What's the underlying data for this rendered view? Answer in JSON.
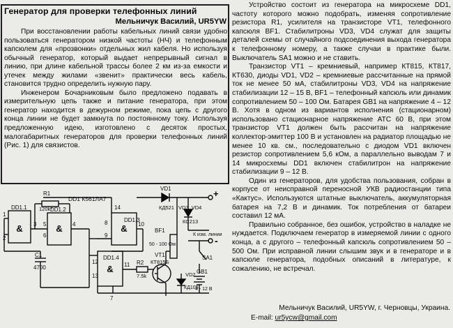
{
  "article": {
    "title": "Генератор для проверки телефонных линий",
    "author": "Мельничук Василий, UR5YW",
    "left_text": [
      "При восстановлении работы кабельных линий связи удобно пользоваться генератором низкой частоты (НЧ) и телефонным капсюлем для «прозвонки» отдельных жил кабеля. Но используя обычный генератор, который выдает непрерывный сигнал в линию, при длине кабельной трассы более 2 км из-за емкости и утечек между жилами «звенит» практически весь кабель, становится трудно определить нужную пару.",
      "Инженером Бочарниковым было предложено подавать в измерительную цепь также и питание генератора, при этом генератор находится в дежурном режиме, пока цепь с другого конца линии не будет замкнута по постоянному току. Используя предложенную идею, изготовлено с десяток простых, малогабаритных генераторов для проверки телефонных линий (Рис. 1) для связистов."
    ],
    "right_text": [
      "Устройство состоит из генератора на микросхеме DD1, частоту которого можно подобрать, изменяя сопротивление резистора R1, усилителя на транзисторе VT1, телефонного капсюля BF1. Стабилитроны VD3, VD4 служат для защиты деталей схемы от случайного подсоединения выхода генератора к телефонному номеру, а также случаи в практике были. Выключатель SA1 можно и не ставить.",
      "Транзистор VT1 – кремниевый, например КТ815, КТ817, КТ630, диоды VD1, VD2 – кремниевые рассчитанные на прямой ток не менее 50 мА, стабилитроны VD3, VD4 на напряжение стабилизации 12 – 15 В, BF1 – телефонный капсюль или динамик сопротивлением 50 – 100 Ом. Батарея GB1 на напряжение 4 – 12 В. Хотя в одном из вариантов исполнения (стационарном) использовано стационарное напряжение АТС 60 В, при этом транзистор VT1 должен быть рассчитан на напряжение коллектор-эмиттер 100 В и установлен на радиатор площадью не менее 10 кв. см., последовательно с диодом VD1 включен резистор сопротивлением 5,6 кОм, а параллельно выводам 7 и 14 микросхемы DD1 включен стабилитрон на напряжение стабилизации 9 – 12 В.",
      "Один из генераторов, для удобства пользования, собран в корпусе от неисправной переносной УКВ радиостанции типа «Кактус». Используются штатные выключатель, аккумуляторная батарея на 7,2 В и динамик. Ток потребления от батареи составил 12 мА.",
      "Правильно собранное, без ошибок, устройство в наладке не нуждается. Подключаем генератор в измеряемой линии с одного конца, а с другого – телефонный капсюль сопротивлением 50 – 500 Ом. При исправной линии слышим звук и в генераторе и в капсюле генератора, подобных описаний в литературе, к сожалению, не встречал."
    ],
    "signature": "Мельничук Василий, UR5YW, г. Черновцы, Украина.",
    "email_label": "E-mail:",
    "email": "ur5ycw@gmail.com"
  },
  "schematic": {
    "chip_label": "DD1 К561ЛА7",
    "gates": [
      "DD1.1",
      "DD1.2",
      "DD1.3",
      "DD1.4"
    ],
    "gate_symbol": "&",
    "pins": [
      "1",
      "2",
      "3",
      "5",
      "6",
      "4",
      "14",
      "8",
      "9",
      "10",
      "12",
      "13",
      "11",
      "7"
    ],
    "r1": "R1",
    "r1_value": "120k*",
    "c1": "C1",
    "c1_value": "4700",
    "r2": "R2",
    "r2_value": "7.5k",
    "vd1": "VD1",
    "vd1_type": "КД521",
    "vd34": "VD3, VD4",
    "vd34_type": "КС213",
    "line_label": "К изм. линии",
    "bf1": "BF1",
    "bf1_value": "50 - 100 Ом",
    "vt1": "VT1",
    "vt1_type": "КТ815Б",
    "vd2": "VD2",
    "vd2_type": "КД105",
    "sa1": "SA1",
    "gb1": "GB1",
    "gb1_value": "4 - 12 В",
    "plus": "+",
    "minus": "-"
  }
}
